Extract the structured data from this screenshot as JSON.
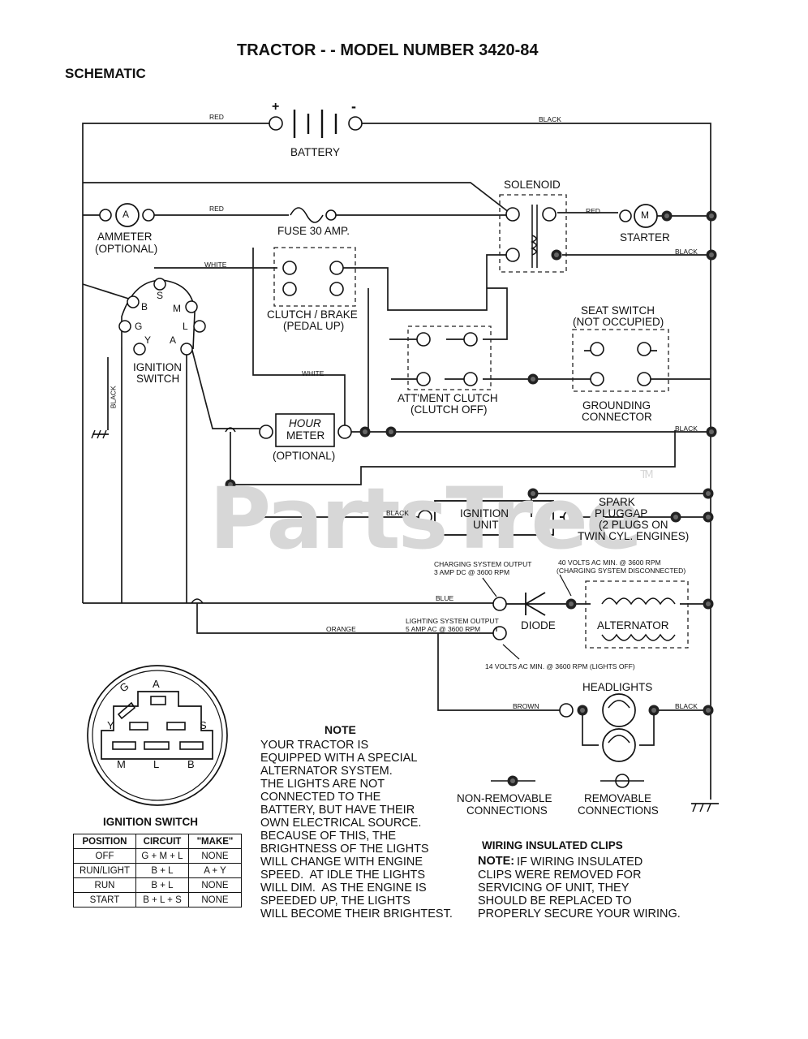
{
  "header": {
    "title": "TRACTOR - - MODEL NUMBER 3420-84",
    "subtitle": "SCHEMATIC"
  },
  "components": {
    "battery": "BATTERY",
    "battery_plus": "+",
    "battery_minus": "-",
    "solenoid": "SOLENOID",
    "ammeter": "AMMETER",
    "ammeter_optional": "(OPTIONAL)",
    "ammeter_symbol": "A",
    "fuse": "FUSE 30 AMP.",
    "starter": "STARTER",
    "starter_symbol": "M",
    "clutch_brake": "CLUTCH / BRAKE",
    "clutch_brake_sub": "(PEDAL UP)",
    "seat_switch": "SEAT SWITCH",
    "seat_switch_sub": "(NOT OCCUPIED)",
    "ignition_switch_line1": "IGNITION",
    "ignition_switch_line2": "SWITCH",
    "attmt_clutch": "ATT'MENT CLUTCH",
    "attmt_clutch_sub": "(CLUTCH OFF)",
    "grounding_connector_1": "GROUNDING",
    "grounding_connector_2": "CONNECTOR",
    "hour_meter_1": "HOUR",
    "hour_meter_2": "METER",
    "hour_meter_optional": "(OPTIONAL)",
    "ignition_unit_1": "IGNITION",
    "ignition_unit_2": "UNIT",
    "spark_1": "SPARK",
    "spark_2": "PLUGGAP",
    "spark_3": "(2 PLUGS ON",
    "spark_4": "TWIN CYL. ENGINES)",
    "diode": "DIODE",
    "alternator": "ALTERNATOR",
    "headlights": "HEADLIGHTS",
    "non_removable_1": "NON-REMOVABLE",
    "non_removable_2": "CONNECTIONS",
    "removable_1": "REMOVABLE",
    "removable_2": "CONNECTIONS"
  },
  "ignition_terminals": [
    "S",
    "B",
    "M",
    "G",
    "L",
    "Y",
    "A"
  ],
  "wire_labels": {
    "red1": "RED",
    "black1": "BLACK",
    "red2": "RED",
    "red3": "RED",
    "black2": "BLACK",
    "white1": "WHITE",
    "white2": "WHITE",
    "black_vertical": "BLACK",
    "black3": "BLACK",
    "black4": "BLACK",
    "blue": "BLUE",
    "orange": "ORANGE",
    "brown": "BROWN",
    "black5": "BLACK"
  },
  "callouts": {
    "charging_1": "CHARGING SYSTEM OUTPUT",
    "charging_2": "3 AMP DC @ 3600 RPM",
    "volts40_1": "40 VOLTS AC MIN. @ 3600 RPM",
    "volts40_2": "(CHARGING SYSTEM DISCONNECTED)",
    "lighting_1": "LIGHTING SYSTEM OUTPUT",
    "lighting_2": "5 AMP AC @ 3600 RPM",
    "volts14": "14 VOLTS AC MIN. @ 3600 RPM (LIGHTS OFF)"
  },
  "ignition_switch_table": {
    "title": "IGNITION SWITCH",
    "headers": [
      "POSITION",
      "CIRCUIT",
      "\"MAKE\""
    ],
    "rows": [
      [
        "OFF",
        "G + M + L",
        "NONE"
      ],
      [
        "RUN/LIGHT",
        "B + L",
        "A + Y"
      ],
      [
        "RUN",
        "B + L",
        "NONE"
      ],
      [
        "START",
        "B + L + S",
        "NONE"
      ]
    ]
  },
  "note": {
    "title": "NOTE",
    "body": "YOUR TRACTOR IS\nEQUIPPED WITH A SPECIAL\nALTERNATOR SYSTEM.\nTHE LIGHTS ARE NOT\nCONNECTED TO THE\nBATTERY, BUT HAVE THEIR\nOWN ELECTRICAL SOURCE.\nBECAUSE OF THIS, THE\nBRIGHTNESS OF THE LIGHTS\nWILL CHANGE WITH ENGINE\nSPEED.  AT IDLE THE LIGHTS\nWILL DIM.  AS THE ENGINE IS\nSPEEDED UP, THE LIGHTS\nWILL BECOME THEIR BRIGHTEST."
  },
  "clips_note": {
    "title": "WIRING INSULATED CLIPS",
    "lead": "NOTE:",
    "body": "IF WIRING INSULATED\nCLIPS WERE REMOVED FOR\nSERVICING OF UNIT, THEY\nSHOULD BE REPLACED TO\nPROPERLY SECURE YOUR WIRING."
  },
  "watermark": "PartsTree",
  "watermark_mark": "TM"
}
